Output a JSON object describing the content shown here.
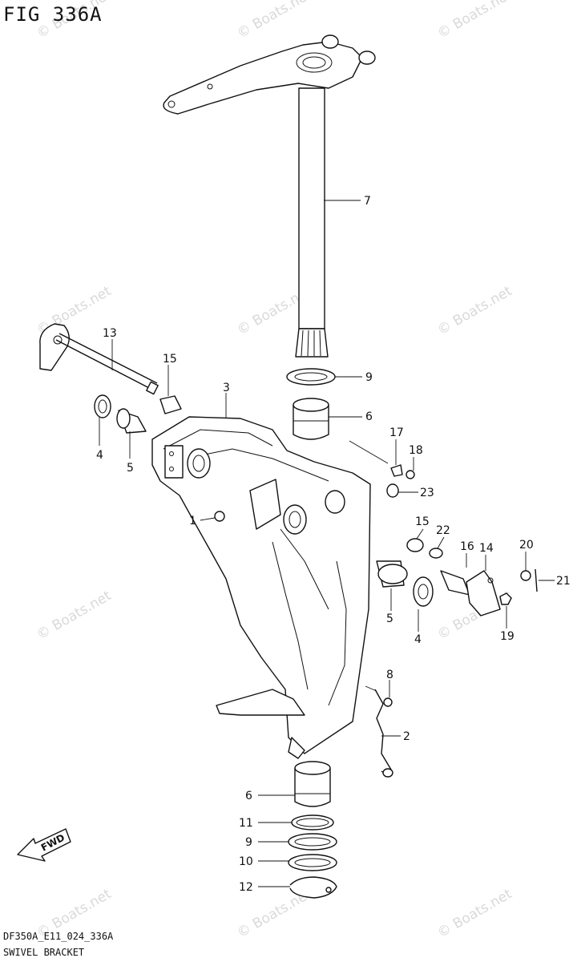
{
  "header": {
    "figure_title": "FIG 336A"
  },
  "footer": {
    "code": "DF350A_E11_024_336A",
    "caption": "SWIVEL BRACKET"
  },
  "watermark": {
    "text": "© Boats.net"
  },
  "fwd_label": "FWD",
  "callouts": [
    "7",
    "13",
    "15",
    "3",
    "9",
    "6",
    "4",
    "5",
    "17",
    "18",
    "23",
    "1",
    "15",
    "22",
    "16",
    "14",
    "20",
    "21",
    "5",
    "4",
    "19",
    "8",
    "2",
    "6",
    "11",
    "9",
    "10",
    "12"
  ]
}
